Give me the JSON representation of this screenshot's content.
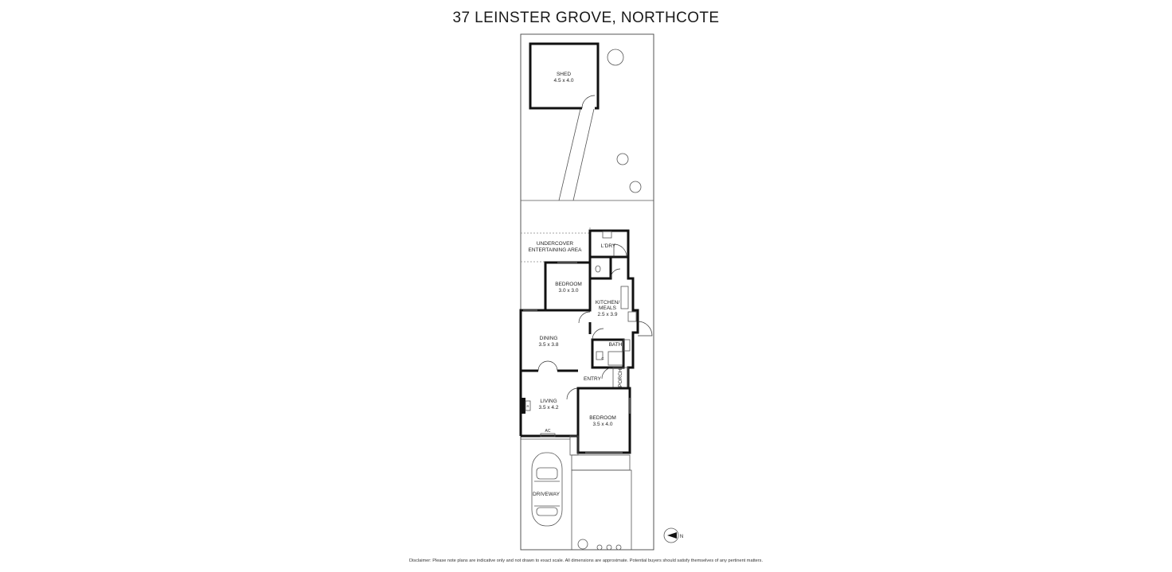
{
  "title": "37 LEINSTER GROVE, NORTHCOTE",
  "rooms": {
    "shed": {
      "name": "SHED",
      "size": "4.5 x 4.0"
    },
    "undercover": {
      "line1": "UNDERCOVER",
      "line2": "ENTERTAINING AREA"
    },
    "laundry": {
      "name": "L'DRY"
    },
    "bedroom1": {
      "name": "BEDROOM",
      "size": "3.0 x 3.0"
    },
    "kitchen": {
      "line1": "KITCHEN/",
      "line2": "MEALS",
      "size": "2.5 x 3.9"
    },
    "dining": {
      "name": "DINING",
      "size": "3.5 x 3.8"
    },
    "bath": {
      "name": "BATH"
    },
    "entry": {
      "name": "ENTRY"
    },
    "porch": {
      "name": "PORCH"
    },
    "living": {
      "name": "LIVING",
      "size": "3.5 x 4.2"
    },
    "bedroom2": {
      "name": "BEDROOM",
      "size": "3.5 x 4.0"
    },
    "driveway": {
      "name": "DRIVEWAY"
    }
  },
  "fixtures": {
    "ac": "AC",
    "fireplace": "R",
    "bath_c": "C"
  },
  "north_label": "N",
  "disclaimer": "Disclaimer: Please note plans are indicative only and not drawn to exact scale. All dimensions are approximate. Potential buyers should satisfy themselves of any pertinent matters."
}
